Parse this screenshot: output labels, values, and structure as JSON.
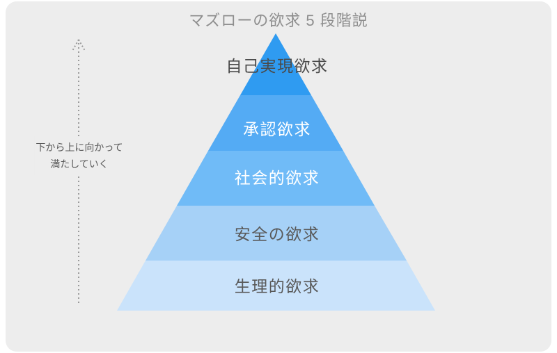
{
  "title": "マズローの欲求 5 段階説",
  "side_note": {
    "line1": "下から上に向かって",
    "line2": "満たしていく"
  },
  "pyramid": {
    "levels": [
      {
        "label": "自己実現欲求",
        "color": "#2F9BF1",
        "text_color": "#4A4A4A"
      },
      {
        "label": "承認欲求",
        "color": "#54ABF4",
        "text_color": "#FFFFFF"
      },
      {
        "label": "社会的欲求",
        "color": "#70BBF7",
        "text_color": "#FFFFFF"
      },
      {
        "label": "安全の欲求",
        "color": "#A6D1F7",
        "text_color": "#595959"
      },
      {
        "label": "生理的欲求",
        "color": "#CAE3FB",
        "text_color": "#595959"
      }
    ]
  },
  "colors": {
    "page_bg": "#FFFFFF",
    "panel_bg": "#EDEDED",
    "title_text": "#8E8E8E",
    "arrow": "#9A9A9A"
  }
}
